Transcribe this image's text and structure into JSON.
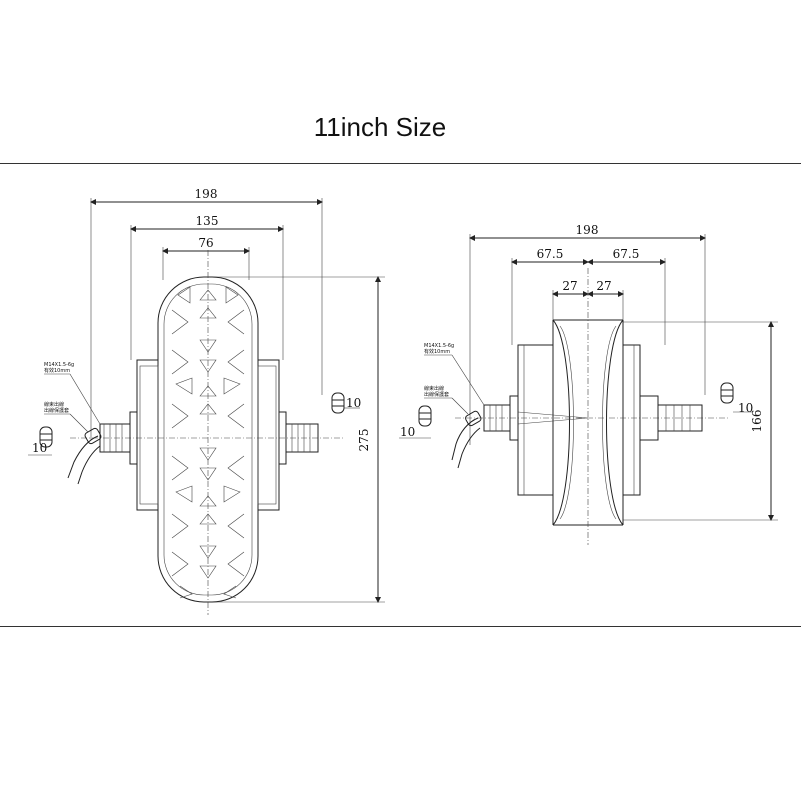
{
  "title": "11inch Size",
  "left_view": {
    "dim_overall": "198",
    "dim_middle": "135",
    "dim_inner": "76",
    "dim_height": "275",
    "dim_axle_left": "10",
    "dim_axle_right": "10",
    "note_thread": "M14X1.5-6g",
    "note_length": "有效10mm",
    "note_cable_1": "線束出線",
    "note_cable_2": "出線保護套"
  },
  "right_view": {
    "dim_overall": "198",
    "dim_half_left": "67.5",
    "dim_half_right": "67.5",
    "dim_core_left": "27",
    "dim_core_right": "27",
    "dim_height": "166",
    "dim_axle_left": "10",
    "dim_axle_right": "10",
    "note_thread": "M14X1.5-6g",
    "note_length": "有效10mm",
    "note_cable_1": "線束出線",
    "note_cable_2": "出線保護套"
  },
  "colors": {
    "line": "#222222",
    "background": "#ffffff"
  }
}
